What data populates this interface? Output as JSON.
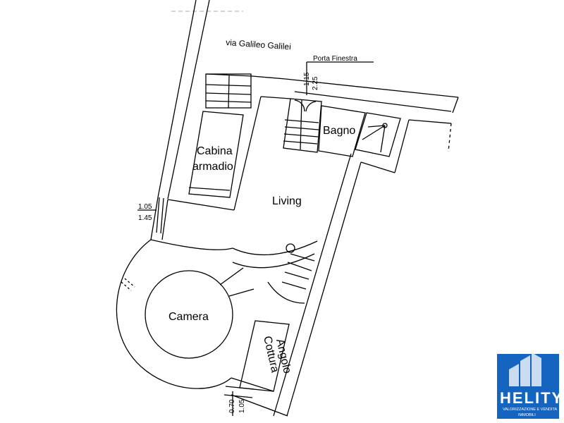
{
  "street": {
    "name": "via Galileo Galilei"
  },
  "labels": {
    "porta_finestra": "Porta Finestra",
    "dim_top_a": "2.25",
    "dim_top_b": "1.15",
    "dim_left_a": "1.05",
    "dim_left_b": "1.45",
    "dim_bottom_a": "0.70",
    "dim_bottom_b": "1.05"
  },
  "rooms": {
    "cabina_line1": "Cabina",
    "cabina_line2": "armadio",
    "bagno": "Bagno",
    "living": "Living",
    "camera": "Camera",
    "angolo_line1": "Angolo",
    "angolo_line2": "Cottura"
  },
  "logo": {
    "name": "HELITY",
    "tagline_line1": "VALORIZZAZIONE E VENDITA",
    "tagline_line2": "IMMOBILI",
    "color": "#1565c0"
  }
}
